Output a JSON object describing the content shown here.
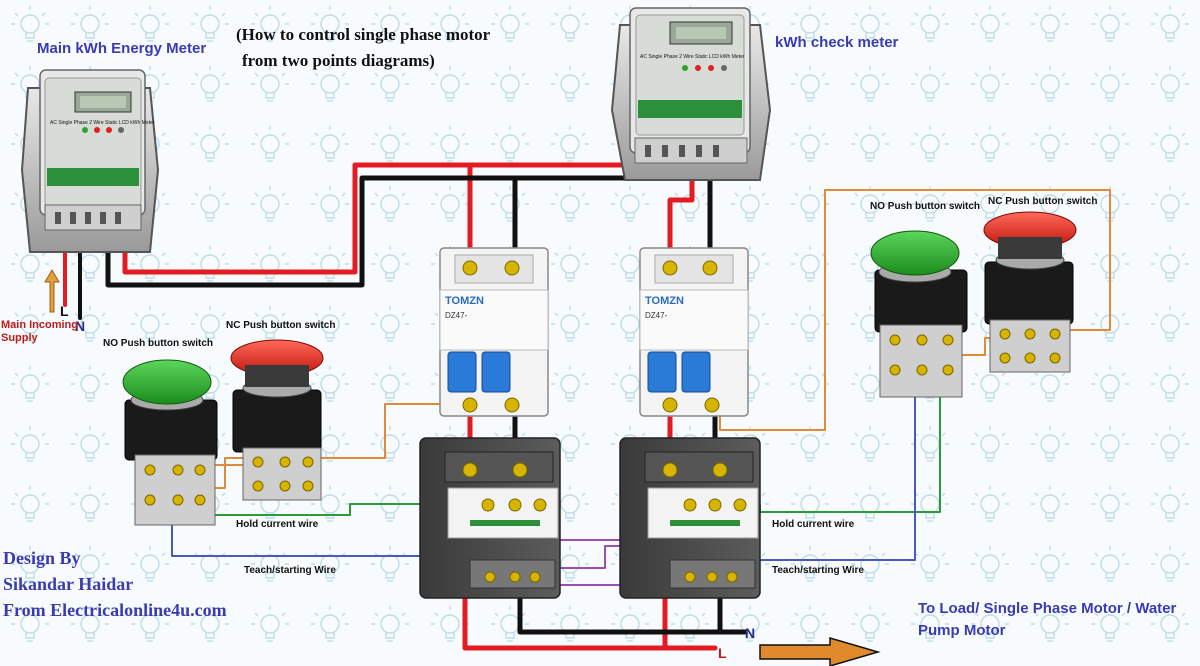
{
  "title_line1": "(How to control single phase motor",
  "title_line2": "from two points diagrams)",
  "labels": {
    "main_meter": "Main kWh Energy Meter",
    "check_meter": "kWh check meter",
    "main_supply_line1": "Main Incoming",
    "main_supply_line2": "Supply",
    "L": "L",
    "N": "N",
    "left_no": "NO Push button switch",
    "left_nc": "NC Push button switch",
    "right_no": "NO Push button switch",
    "right_nc": "NC Push button switch",
    "hold_left": "Hold current wire",
    "hold_right": "Hold current wire",
    "teach_left": "Teach/starting Wire",
    "teach_right": "Teach/starting Wire",
    "load_line1": "To Load/ Single Phase Motor / Water",
    "load_line2": "Pump Motor",
    "out_N": "N",
    "out_L": "L"
  },
  "credit": {
    "line1": "Design By",
    "line2": "Sikandar Haidar",
    "line3": "From Electricalonline4u.com"
  },
  "meter_text": {
    "left_face": "AC Single Phase 2 Wire Static LCD kWh Meter",
    "right_face": "AC Single Phase 2 Wire Static LCD kWh Meter"
  },
  "breaker_brand": "TOMZN",
  "breaker_model_left": "DZ47-",
  "breaker_model_right": "DZ47-",
  "colors": {
    "phase": "#e31b23",
    "neutral": "#111111",
    "control": "#e08a3c",
    "hold": "#2a9a3a",
    "teach": "#4a5ab8",
    "aux": "#9a4fb0",
    "label_blue": "#3b3bb0"
  }
}
